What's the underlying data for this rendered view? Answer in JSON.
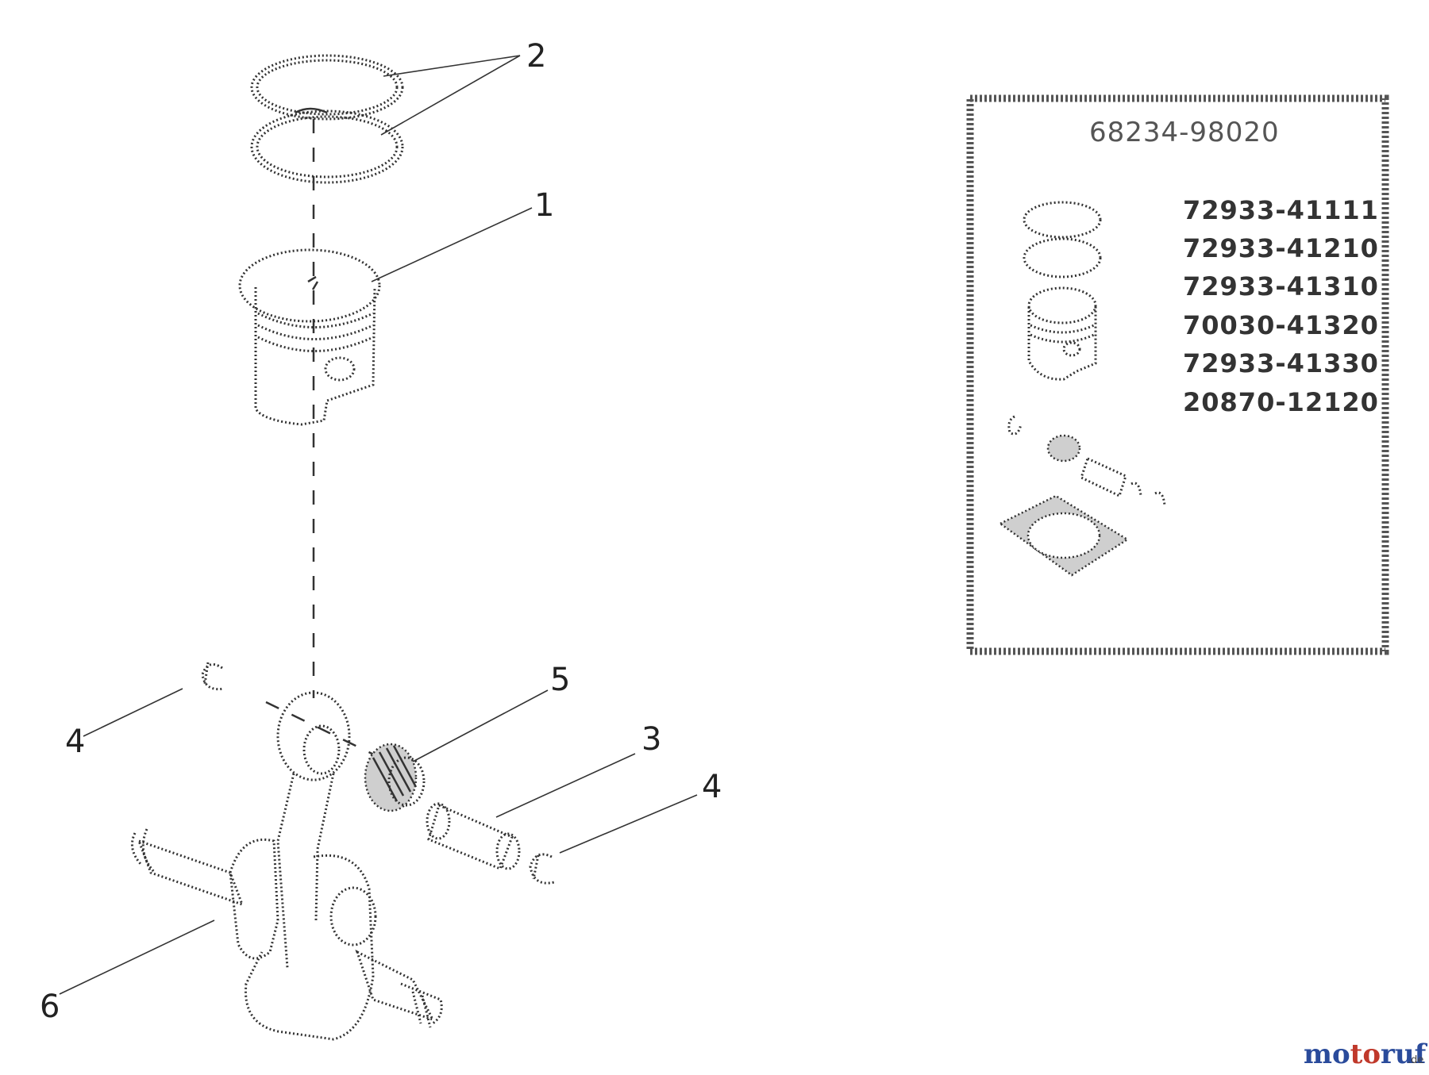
{
  "callouts": {
    "piston": "1",
    "rings": "2",
    "pin": "3",
    "clip_left": "4",
    "clip_right": "4",
    "bearing": "5",
    "crankshaft": "6"
  },
  "kit": {
    "title": "68234-98020",
    "part_numbers": [
      "72933-41111",
      "72933-41210",
      "72933-41310",
      "70030-41320",
      "72933-41330",
      "20870-12120"
    ]
  },
  "watermark": {
    "main": "motoruf",
    "suffix": ".de",
    "colors": {
      "m_o": "#2a4b9b",
      "t_o": "#c0392b",
      "r_u_f": "#2a4b9b"
    }
  }
}
